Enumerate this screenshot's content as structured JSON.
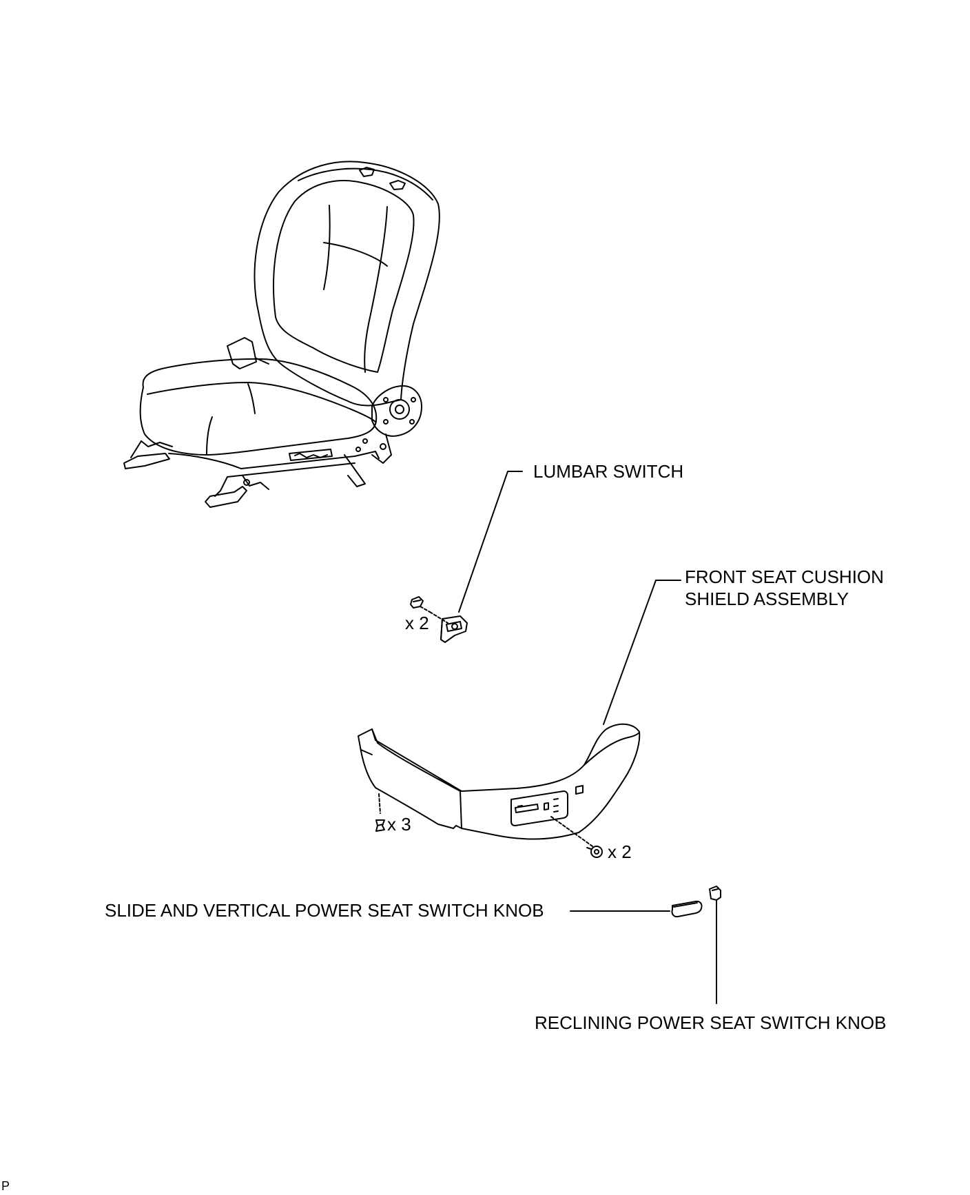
{
  "labels": {
    "lumbar_switch": "LUMBAR SWITCH",
    "cushion_shield_line1": "FRONT SEAT CUSHION",
    "cushion_shield_line2": "SHIELD ASSEMBLY",
    "slide_vertical_knob": "SLIDE AND VERTICAL POWER SEAT SWITCH KNOB",
    "reclining_knob": "RECLINING POWER SEAT SWITCH KNOB"
  },
  "quantities": {
    "lumbar_screws": "x 2",
    "shield_screws_left": "x 3",
    "shield_screws_right": "x 2"
  },
  "corner_mark": "P",
  "colors": {
    "line": "#000000",
    "background": "#ffffff"
  }
}
